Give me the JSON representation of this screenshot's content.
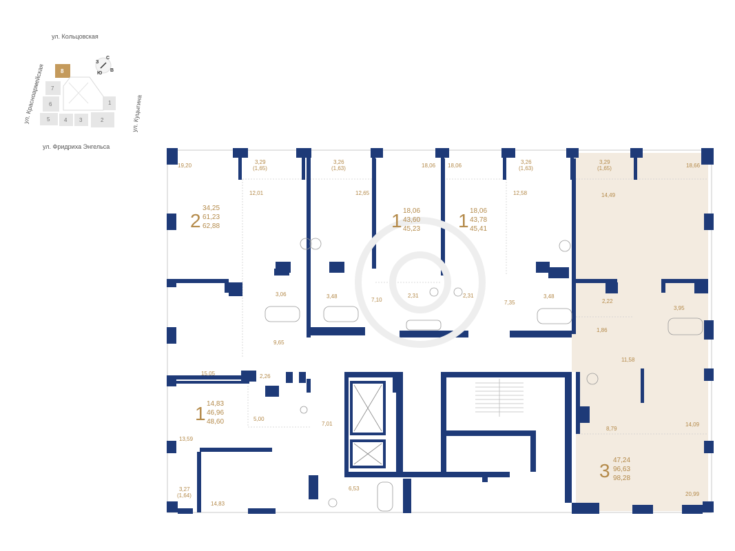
{
  "site_plan": {
    "streets": {
      "north": "ул. Кольцовская",
      "west": "ул. Красноармейская",
      "east": "ул. Куцыгина",
      "south": "ул. Фридриха Энгельса"
    },
    "highlighted_block": "8",
    "blocks": [
      "7",
      "6",
      "5",
      "4",
      "3",
      "2",
      "1"
    ],
    "compass": {
      "n": "С",
      "s": "Ю",
      "w": "З",
      "e": "В"
    }
  },
  "apartments": [
    {
      "rooms": "2",
      "living": "34,25",
      "total": "61,23",
      "total_balcony": "62,88"
    },
    {
      "rooms": "1",
      "living": "18,06",
      "total": "43,60",
      "total_balcony": "45,23"
    },
    {
      "rooms": "1",
      "living": "18,06",
      "total": "43,78",
      "total_balcony": "45,41"
    },
    {
      "rooms": "1",
      "living": "14,83",
      "total": "46,96",
      "total_balcony": "48,60"
    },
    {
      "rooms": "3",
      "living": "47,24",
      "total": "96,63",
      "total_balcony": "98,28",
      "highlighted": true
    }
  ],
  "room_areas": {
    "r1": "19,20",
    "r2": "12,01",
    "r3": "3,29",
    "r3b": "(1,65)",
    "r4": "3,26",
    "r4b": "(1,63)",
    "r5": "12,65",
    "r6": "18,06",
    "r7": "18,06",
    "r8": "3,26",
    "r8b": "(1,63)",
    "r9": "12,58",
    "r10": "3,29",
    "r10b": "(1,65)",
    "r11": "14,49",
    "r12": "18,66",
    "r13": "3,06",
    "r14": "3,48",
    "r15": "7,10",
    "r16": "2,31",
    "r17": "2,31",
    "r18": "7,35",
    "r19": "3,48",
    "r20": "2,22",
    "r21": "3,95",
    "r22": "1,86",
    "r23": "9,65",
    "r24": "15,05",
    "r25": "2,26",
    "r26": "11,58",
    "r27": "5,00",
    "r28": "7,01",
    "r29": "13,59",
    "r30": "8,79",
    "r31": "14,09",
    "r32": "3,27",
    "r32b": "(1,64)",
    "r33": "14,83",
    "r34": "6,53",
    "r35": "20,99"
  },
  "colors": {
    "wall": "#1e3a78",
    "highlight_fill": "#f3ebe0",
    "block_highlight": "#c49a5c",
    "accent_text": "#b48a4a"
  }
}
